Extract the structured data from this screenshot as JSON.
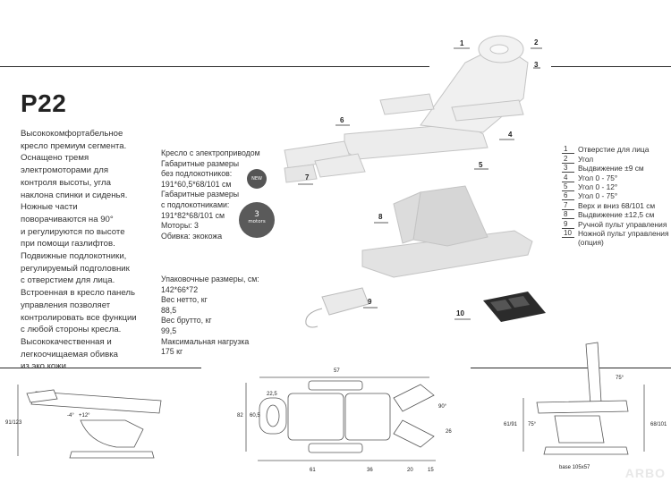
{
  "model": "P22",
  "description": [
    "Высококомфортабельное",
    "кресло премиум сегмента.",
    "Оснащено  тремя",
    "электромоторами для",
    "контроля высоты, угла",
    "наклона спинки и сиденья.",
    "Ножные части",
    "поворачиваются на 90°",
    "и регулируются по высоте",
    "при помощи газлифтов.",
    "Подвижные подлокотники,",
    "регулируемый подголовник",
    "с отверстием для лица.",
    "Встроенная в кресло панель",
    "управления позволяет",
    "контролировать все функции",
    "с любой стороны кресла.",
    "Высококачественная и",
    "легкоочищаемая обивка",
    "из эко кожи."
  ],
  "specs": [
    "Кресло с электроприводом",
    "Габаритные размеры",
    "без подлокотников:",
    "191*60,5*68/101 см",
    "Габаритные размеры",
    "с подлокотниками:",
    "191*82*68/101 см",
    "Моторы: 3",
    "Обивка: экокожа"
  ],
  "packaging": [
    "Упаковочные размеры, см:",
    "142*66*72",
    "Вес нетто, кг",
    "88,5",
    "Вес брутто, кг",
    "99,5",
    "Максимальная нагрузка",
    "175 кг"
  ],
  "badges": {
    "new": "NEW",
    "motors_num": "3",
    "motors_text": "motors"
  },
  "legend": [
    {
      "num": "1",
      "label": "Отверстие для лица"
    },
    {
      "num": "2",
      "label": "Угол"
    },
    {
      "num": "3",
      "label": "Выдвижение ±9 см"
    },
    {
      "num": "4",
      "label": "Угол 0 - 75°"
    },
    {
      "num": "5",
      "label": "Угол 0 - 12°"
    },
    {
      "num": "6",
      "label": "Угол 0 - 75°"
    },
    {
      "num": "7",
      "label": "Верх и вниз 68/101 см"
    },
    {
      "num": "8",
      "label": "Выдвижение ±12,5 см"
    },
    {
      "num": "9",
      "label": "Ручной пульт управления"
    },
    {
      "num": "10",
      "label": "Ножной пульт управления"
    }
  ],
  "legend_cont": "(опция)",
  "callouts": [
    "1",
    "2",
    "3",
    "4",
    "5",
    "6",
    "7",
    "8",
    "9",
    "10"
  ],
  "dims": {
    "d57": "57",
    "d22_5": "22,5",
    "d90": "90°",
    "d82": "82",
    "d60_5": "60,5",
    "d26": "26",
    "d61": "61",
    "d36": "36",
    "d20": "20",
    "d15": "15",
    "left_h": "91/123",
    "left_ang1": "-4°",
    "left_ang2": "+12°",
    "right_ang": "75°",
    "right_h1": "61/91",
    "right_ang2": "75°",
    "right_h2": "68/101",
    "base": "base 105x57"
  },
  "watermark": "ARBO"
}
